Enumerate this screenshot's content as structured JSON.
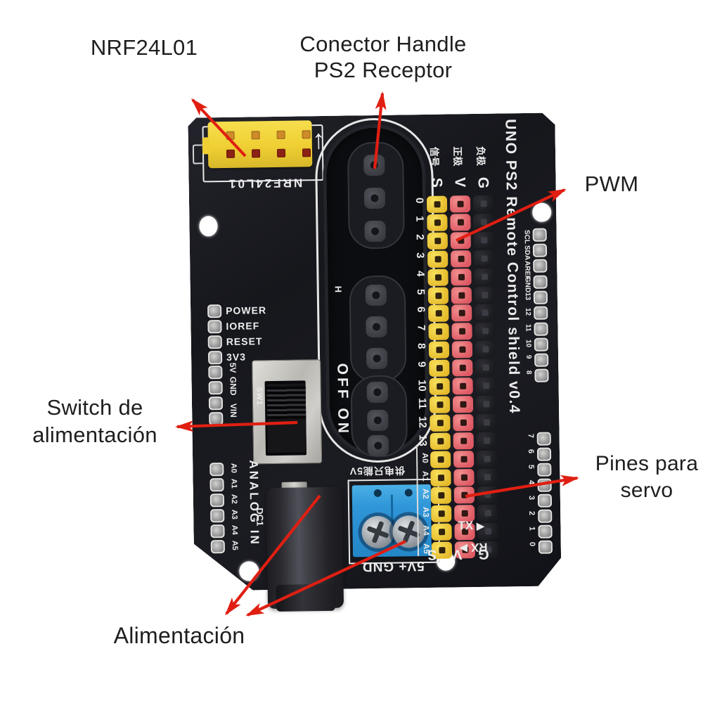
{
  "annotations": {
    "nrf": "NRF24L01",
    "ps2_line1": "Conector Handle",
    "ps2_line2": "PS2 Receptor",
    "pwm": "PWM",
    "switch_line1": "Switch de",
    "switch_line2": "alimentación",
    "servo_line1": "Pines para",
    "servo_line2": "servo",
    "power": "Alimentación"
  },
  "board": {
    "title_vertical": "UNO PS2 Remote Control shield v0.4",
    "nrf_label": "NRF24L01",
    "up_arrow": "↑",
    "h_mark": "H",
    "col_labels": [
      {
        "cn": "信号",
        "letter": "S"
      },
      {
        "cn": "正极",
        "letter": "V"
      },
      {
        "cn": "负极",
        "letter": "G"
      }
    ],
    "bottom_letters": [
      "S",
      "V",
      "G"
    ],
    "digital_numbers": [
      "0",
      "1",
      "2",
      "3",
      "4",
      "5",
      "6",
      "7",
      "8",
      "9",
      "10",
      "11",
      "12",
      "13"
    ],
    "analog_labels": [
      "A0",
      "A1",
      "A2",
      "A3",
      "A4",
      "A5"
    ],
    "power_pins": [
      "POWER",
      "IOREF",
      "RESET",
      "3V3",
      "5V",
      "GND",
      "VIN"
    ],
    "analog_header_title": "ANALOG IN",
    "right_top_pins": [
      "SCL",
      "SDA",
      "AREF",
      "GND",
      "13",
      "12",
      "11",
      "10",
      "9",
      "8"
    ],
    "right_bottom_pins": [
      "7",
      "6",
      "5",
      "4",
      "3",
      "2",
      "1",
      "0"
    ],
    "switch_label": "SW1",
    "switch_off_on": "OFF ON",
    "dc_label": "DC1",
    "terminal_label": "5V+ GND",
    "terminal_warning": "供电只能5V",
    "tx": "TX",
    "tx_arrow": "▶",
    "rx": "RX",
    "rx_arrow": "◀"
  },
  "colors": {
    "arrow_red": "#E01F12",
    "board_dark": "#17181D",
    "pin_yellow": "#ECC835",
    "pin_red": "#E66870",
    "pin_black": "#1D1D22",
    "nrf_yellow": "#F2D435",
    "terminal_blue": "#2F96D8",
    "silkscreen": "#ECECEC",
    "label_text": "#1E1E20"
  }
}
